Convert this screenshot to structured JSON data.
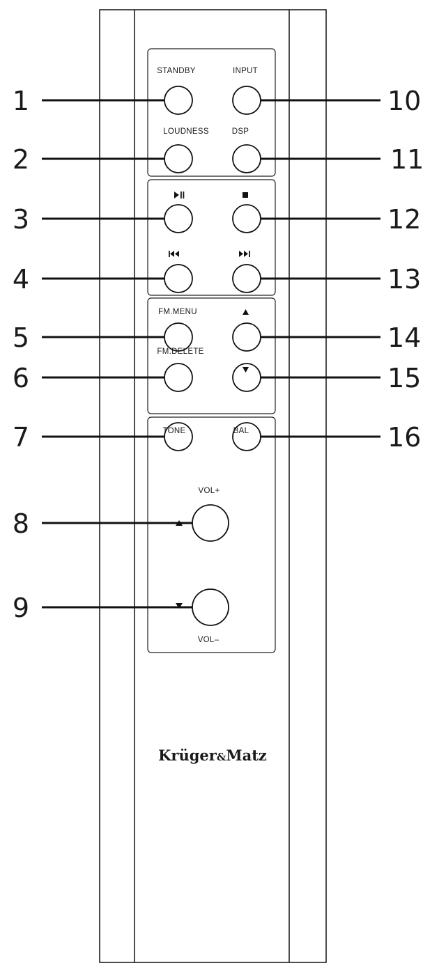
{
  "buttons": {
    "standby": "STANDBY",
    "input": "INPUT",
    "loudness": "LOUDNESS",
    "dsp": "DSP",
    "fm_menu": "FM.MENU",
    "fm_delete": "FM.DELETE",
    "tone": "TONE",
    "bal": "BAL",
    "vol_up": "VOL+",
    "vol_down": "VOL–"
  },
  "icons": {
    "play_pause": "play-pause-icon",
    "stop": "stop-icon",
    "previous": "skip-previous-icon",
    "next": "skip-next-icon",
    "up": "up-arrow-icon",
    "down": "down-arrow-icon"
  },
  "callouts": {
    "c1": "1",
    "c2": "2",
    "c3": "3",
    "c4": "4",
    "c5": "5",
    "c6": "6",
    "c7": "7",
    "c8": "8",
    "c9": "9",
    "c10": "10",
    "c11": "11",
    "c12": "12",
    "c13": "13",
    "c14": "14",
    "c15": "15",
    "c16": "16"
  },
  "brand": {
    "part1": "Krüger",
    "amp": "&",
    "part2": "Matz"
  },
  "colors": {
    "ink": "#111111",
    "background": "#ffffff"
  }
}
